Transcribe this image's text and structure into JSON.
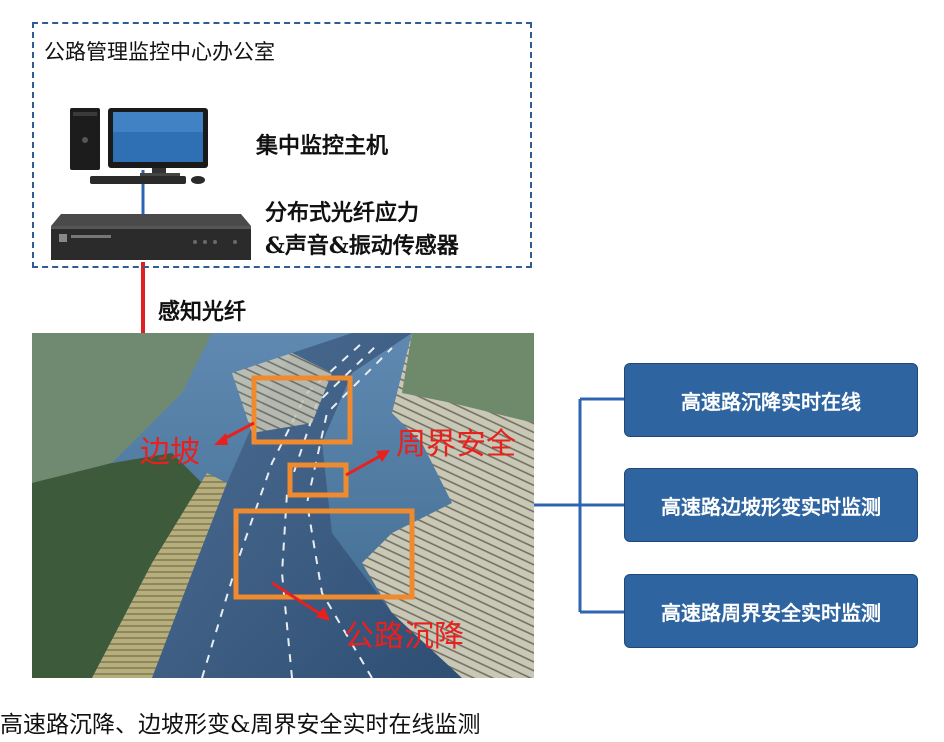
{
  "office": {
    "title": "公路管理监控中心办公室",
    "host_label": "集中监控主机",
    "sensor_label_line1": "分布式光纤应力",
    "sensor_label_line2": "&声音&振动传感器"
  },
  "fiber_label": "感知光纤",
  "photo_annotations": {
    "slope": "边坡",
    "perimeter": "周界安全",
    "settlement": "公路沉降"
  },
  "applications": [
    {
      "label": "高速路沉降实时在线"
    },
    {
      "label": "高速路边坡形变实时监测"
    },
    {
      "label": "高速路周界安全实时监测"
    }
  ],
  "caption": "高速路沉降、边坡形变&周界安全实时在线监测",
  "colors": {
    "dashed_border": "#2f5d93",
    "fiber_line": "#e02020",
    "connector": "#2f64b2",
    "app_box": "#2e64a0",
    "annotation_red": "#e8201e",
    "annotation_box": "#f08a2e"
  }
}
